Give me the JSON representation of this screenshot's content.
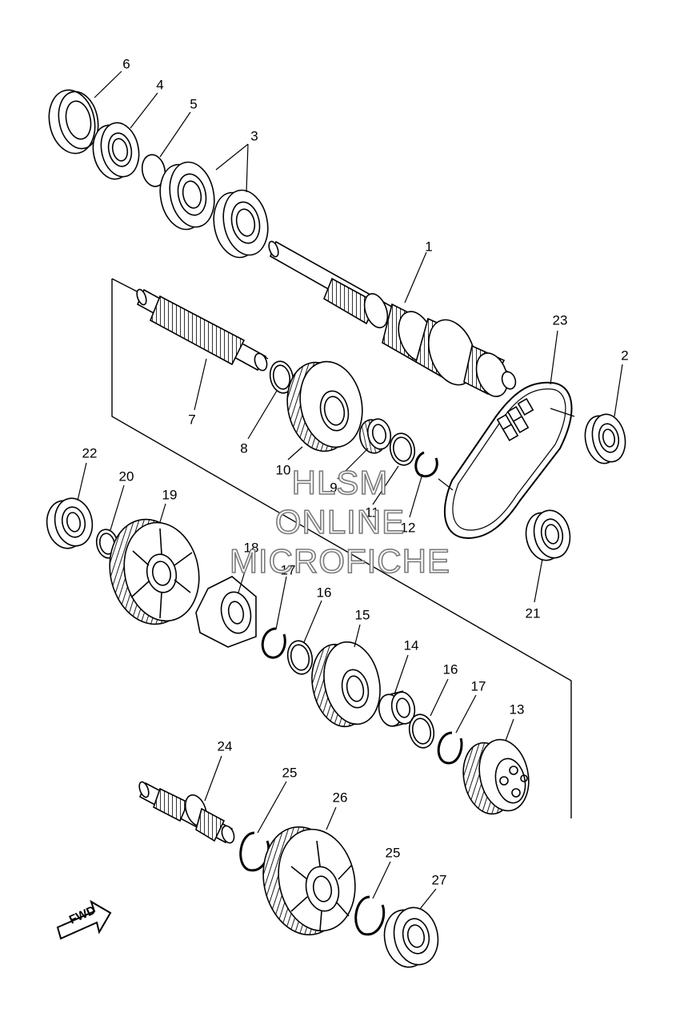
{
  "diagram": {
    "callouts": [
      {
        "id": "6",
        "label": "6"
      },
      {
        "id": "4",
        "label": "4"
      },
      {
        "id": "5",
        "label": "5"
      },
      {
        "id": "3",
        "label": "3"
      },
      {
        "id": "1",
        "label": "1"
      },
      {
        "id": "23",
        "label": "23"
      },
      {
        "id": "2",
        "label": "2"
      },
      {
        "id": "7",
        "label": "7"
      },
      {
        "id": "8",
        "label": "8"
      },
      {
        "id": "10",
        "label": "10"
      },
      {
        "id": "9",
        "label": "9"
      },
      {
        "id": "11",
        "label": "11"
      },
      {
        "id": "12",
        "label": "12"
      },
      {
        "id": "22",
        "label": "22"
      },
      {
        "id": "20",
        "label": "20"
      },
      {
        "id": "19",
        "label": "19"
      },
      {
        "id": "18",
        "label": "18"
      },
      {
        "id": "17a",
        "label": "17"
      },
      {
        "id": "16a",
        "label": "16"
      },
      {
        "id": "15",
        "label": "15"
      },
      {
        "id": "14",
        "label": "14"
      },
      {
        "id": "16b",
        "label": "16"
      },
      {
        "id": "17b",
        "label": "17"
      },
      {
        "id": "13",
        "label": "13"
      },
      {
        "id": "21",
        "label": "21"
      },
      {
        "id": "24",
        "label": "24"
      },
      {
        "id": "25a",
        "label": "25"
      },
      {
        "id": "26",
        "label": "26"
      },
      {
        "id": "25b",
        "label": "25"
      },
      {
        "id": "27",
        "label": "27"
      }
    ],
    "fwd_label": "FWD"
  },
  "watermark": {
    "line1": "HLSM",
    "line2": "ONLINE",
    "line3": "MICROFICHE"
  }
}
